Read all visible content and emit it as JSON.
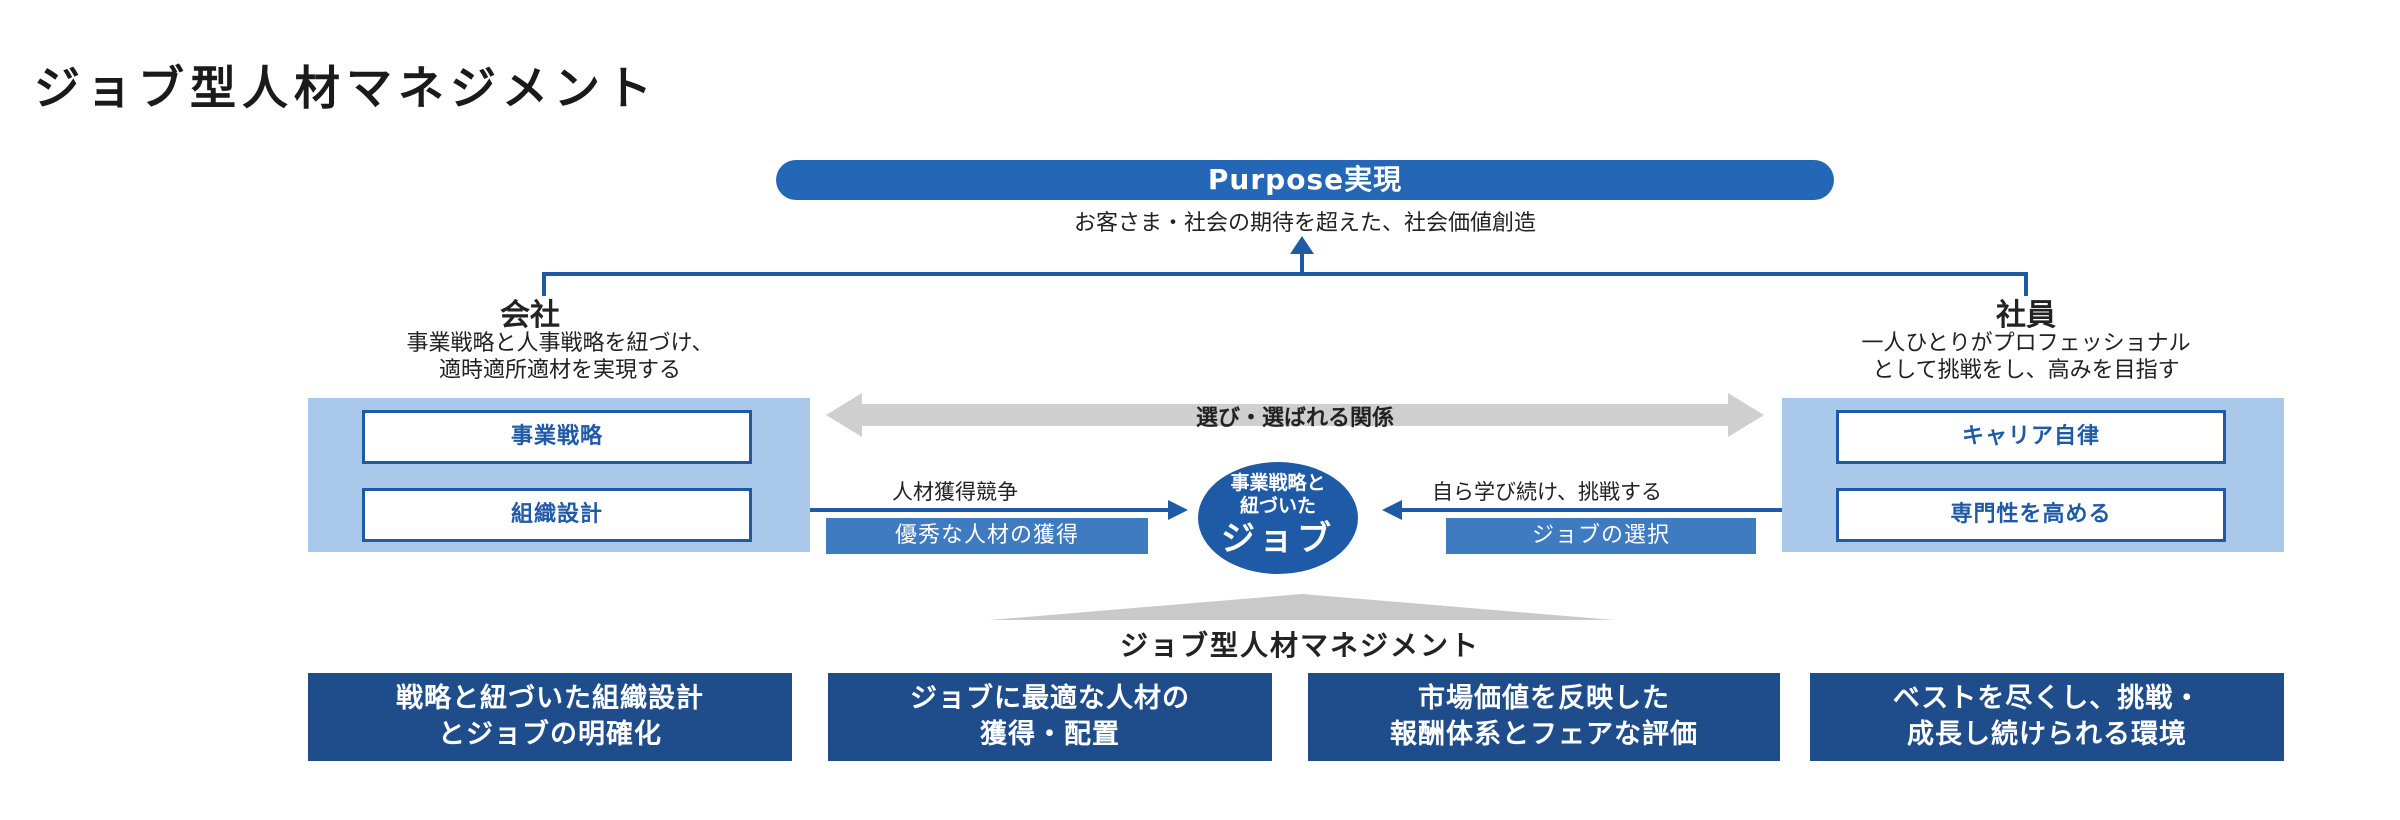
{
  "title": "ジョブ型人材マネジメント",
  "purpose": {
    "label": "Purpose実現",
    "subtitle": "お客さま・社会の期待を超えた、社会価値創造"
  },
  "company": {
    "title": "会社",
    "desc_line1": "事業戦略と人事戦略を紐づけ、",
    "desc_line2": "適時適所適材を実現する",
    "box1": "事業戦略",
    "box2": "組織設計",
    "arrow_label": "人材獲得競争",
    "chip": "優秀な人材の獲得"
  },
  "employee": {
    "title": "社員",
    "desc_line1": "一人ひとりがプロフェッショナル",
    "desc_line2": "として挑戦をし、高みを目指す",
    "box1": "キャリア自律",
    "box2": "専門性を高める",
    "arrow_label": "自ら学び続け、挑戦する",
    "chip": "ジョブの選択"
  },
  "relationship": "選び・選ばれる関係",
  "center": {
    "small_line1": "事業戦略と",
    "small_line2": "紐づいた",
    "big": "ジョブ"
  },
  "bottom": {
    "title": "ジョブ型人材マネジメント",
    "boxes": [
      {
        "line1": "戦略と紐づいた組織設計",
        "line2": "とジョブの明確化"
      },
      {
        "line1": "ジョブに最適な人材の",
        "line2": "獲得・配置"
      },
      {
        "line1": "市場価値を反映した",
        "line2": "報酬体系とフェアな評価"
      },
      {
        "line1": "ベストを尽くし、挑戦・",
        "line2": "成長し続けられる環境"
      }
    ]
  },
  "colors": {
    "primary": "#1f5aa6",
    "purpose": "#2467b6",
    "panel": "#a9c8ea",
    "chip": "#3f7bc1",
    "bottom": "#1f4d8c",
    "gray_arrow": "#cfcfcf"
  }
}
